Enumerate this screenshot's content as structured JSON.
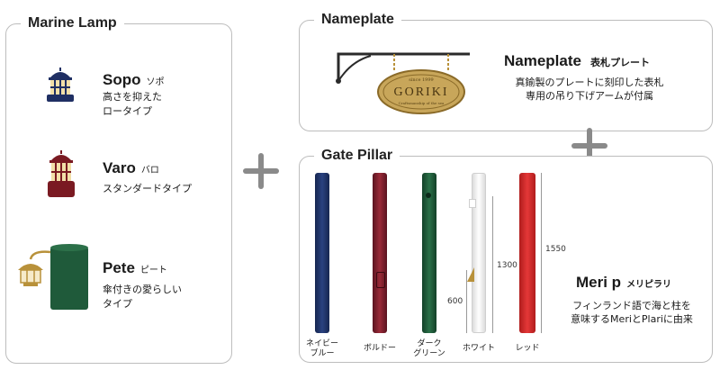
{
  "marine_lamp": {
    "title": "Marine Lamp",
    "items": [
      {
        "name": "Sopo",
        "kana": "ソポ",
        "desc": "高さを抑えた\nロータイプ",
        "icon": "lamp-sopo-icon",
        "color": "#1f2f63"
      },
      {
        "name": "Varo",
        "kana": "バロ",
        "desc": "スタンダードタイプ",
        "icon": "lamp-varo-icon",
        "color": "#7a1a22"
      },
      {
        "name": "Pete",
        "kana": "ピート",
        "desc": "傘付きの愛らしい\nタイプ",
        "icon": "lamp-pete-icon",
        "color": "#1f5a3a"
      }
    ]
  },
  "nameplate": {
    "title": "Nameplate",
    "heading": "Nameplate",
    "heading_kana": "表札プレート",
    "desc": "真鍮製のプレートに刻印した表札\n専用の吊り下げアームが付属",
    "plate_text": "GORIKI",
    "plate_small_top": "since 1999",
    "plate_small_bottom": "Craftsmanship of the sea"
  },
  "gate_pillar": {
    "title": "Gate Pillar",
    "pillars": [
      {
        "label": "ネイビー\nブルー",
        "color": "#1f3468"
      },
      {
        "label": "ボルドー",
        "color": "#7a1e2a"
      },
      {
        "label": "ダーク\nグリーン",
        "color": "#1d5a3a"
      },
      {
        "label": "ホワイト",
        "color": "#f0f0f0"
      },
      {
        "label": "レッド",
        "color": "#d42a2a"
      }
    ],
    "dims": {
      "d600": "600",
      "d1300": "1300",
      "d1550": "1550"
    },
    "meri_name": "Meri p",
    "meri_kana": "メリピラリ",
    "meri_desc": "フィンランド語で海と柱を\n意味するMeriとPlariに由来"
  }
}
